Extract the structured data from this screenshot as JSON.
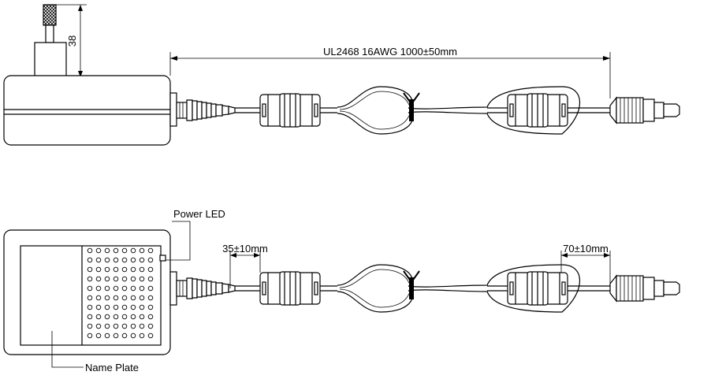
{
  "dimensions": {
    "plug_height": "38",
    "cable_spec": "UL2468 16AWG 1000±50mm",
    "left_core_offset": "35±10mm",
    "right_core_offset": "70±10mm"
  },
  "callouts": {
    "power_led": "Power LED",
    "name_plate": "Name Plate"
  }
}
